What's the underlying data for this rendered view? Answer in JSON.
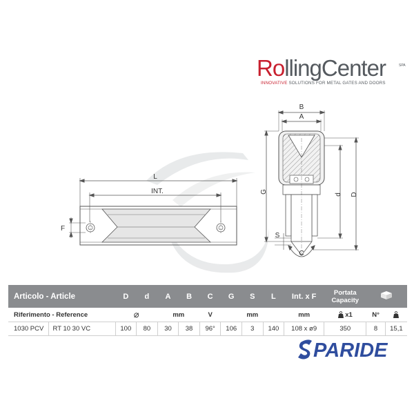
{
  "logo": {
    "brand_red": "Ro",
    "brand_gray": "lling",
    "brand_rest": "Center",
    "brand_suffix": "SPA",
    "tagline_red": "INNOVATIVE",
    "tagline_gray": " SOLUTIONS FOR   METAL GATES AND DOORS",
    "colors": {
      "red": "#c8202f",
      "gray": "#555a5f"
    }
  },
  "drawing": {
    "labels": {
      "L": "L",
      "INT": "INT.",
      "F": "F",
      "B": "B",
      "A": "A",
      "G": "G",
      "d": "d",
      "D": "D",
      "S": "S",
      "C": "C"
    }
  },
  "table": {
    "header": {
      "article": "Articolo - Article",
      "columns": [
        "D",
        "d",
        "A",
        "B",
        "C",
        "G",
        "S",
        "L",
        "Int. x F"
      ],
      "capacity": "Portata Capacity"
    },
    "units_row": {
      "reference": "Riferimento - Reference",
      "diameter_symbol": "⌀",
      "mm_1": "mm",
      "v": "V",
      "mm_2": "mm",
      "mm_3": "mm",
      "x1": "x1",
      "n": "N°"
    },
    "rows": [
      {
        "article": "1030 PCV",
        "reference": "RT 10 30 VC",
        "D": "100",
        "d": "80",
        "A": "30",
        "B": "38",
        "C": "96°",
        "G": "106",
        "S": "3",
        "L": "140",
        "int_f": "108 x ø9",
        "capacity": "350",
        "count": "8",
        "weight": "15,1"
      }
    ]
  },
  "paride": {
    "text": "PARIDE",
    "color": "#2f4d9e"
  }
}
